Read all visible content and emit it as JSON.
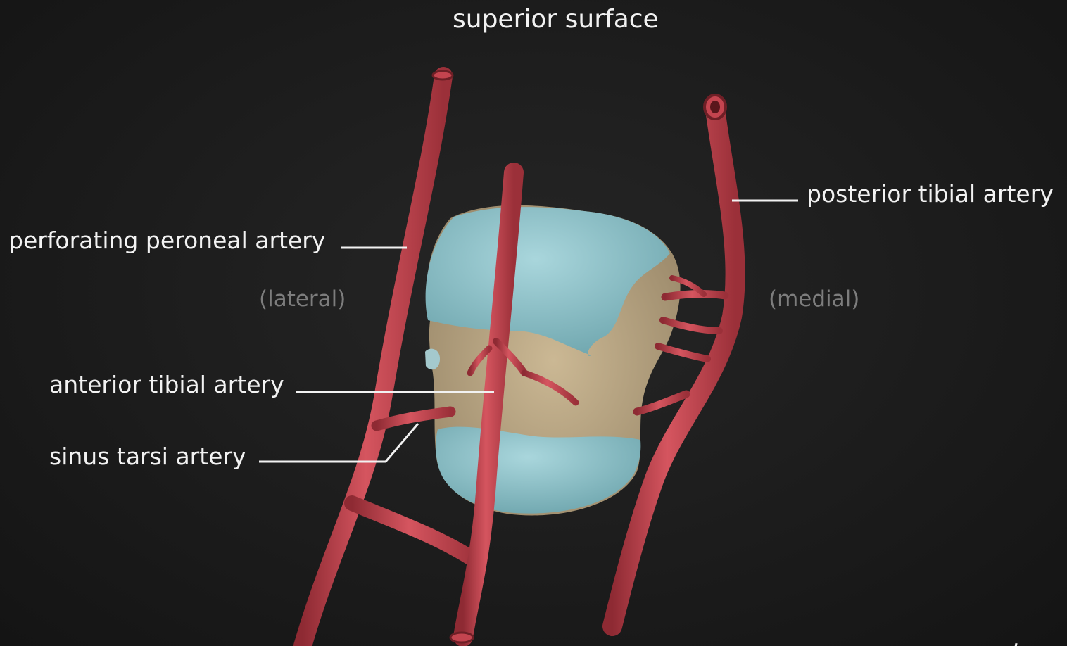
{
  "diagram": {
    "title": "superior surface",
    "labels": {
      "posterior_tibial_artery": "posterior tibial artery",
      "perforating_peroneal_artery": "perforating peroneal artery",
      "anterior_tibial_artery": "anterior tibial artery",
      "sinus_tarsi_artery": "sinus tarsi artery"
    },
    "directions": {
      "lateral": "(lateral)",
      "medial": "(medial)"
    },
    "colors": {
      "background": "#1c1c1c",
      "artery": "#c4444f",
      "artery_shadow": "#8e2a33",
      "cartilage": "#8fc3ca",
      "bone": "#b9a684",
      "leader_line": "#f2f2f2"
    }
  }
}
